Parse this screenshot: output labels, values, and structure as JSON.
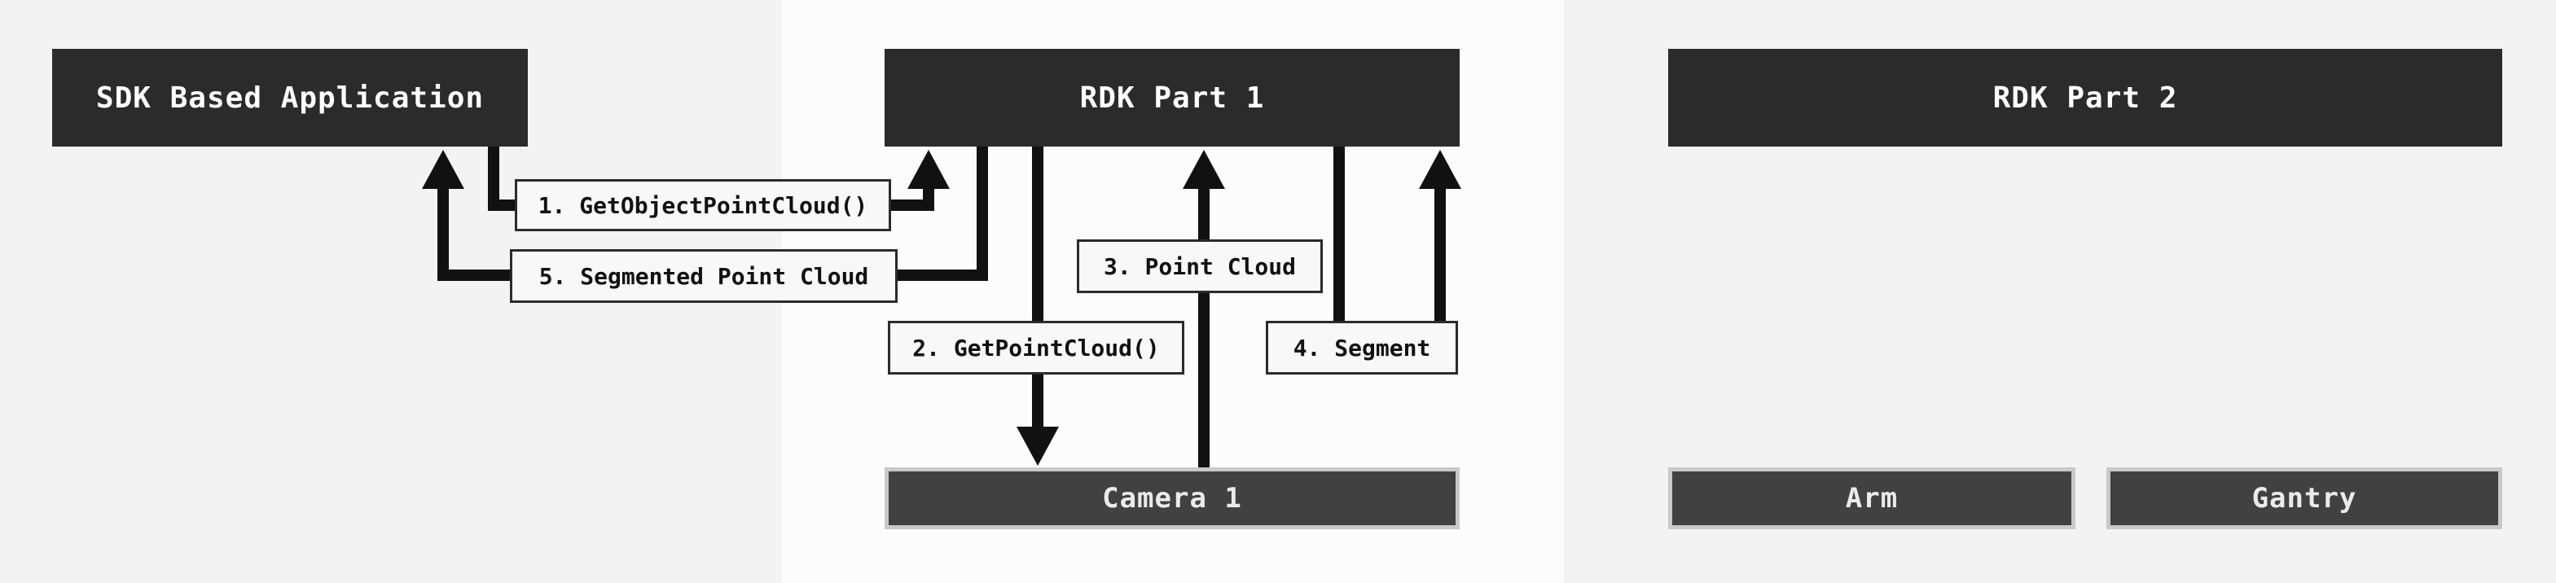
{
  "colors": {
    "panel_light": "#f3f3f3",
    "panel_white": "#fcfcfc",
    "header_box_bg": "#2b2b2b",
    "header_box_text": "#ffffff",
    "device_box_bg": "#414141",
    "device_box_border": "#c9c9c9",
    "device_box_text": "#ebebeb",
    "label_box_bg": "#f8f8f8",
    "label_box_border": "#2b2b2b",
    "label_text": "#111111",
    "arrow": "#111111"
  },
  "nodes": {
    "sdk_app": "SDK Based Application",
    "rdk_part_1": "RDK Part 1",
    "rdk_part_2": "RDK Part 2",
    "camera_1": "Camera 1",
    "arm": "Arm",
    "gantry": "Gantry"
  },
  "edges": {
    "step1": "1. GetObjectPointCloud()",
    "step2": "2. GetPointCloud()",
    "step3": "3. Point Cloud",
    "step4": "4. Segment",
    "step5": "5. Segmented Point Cloud"
  }
}
